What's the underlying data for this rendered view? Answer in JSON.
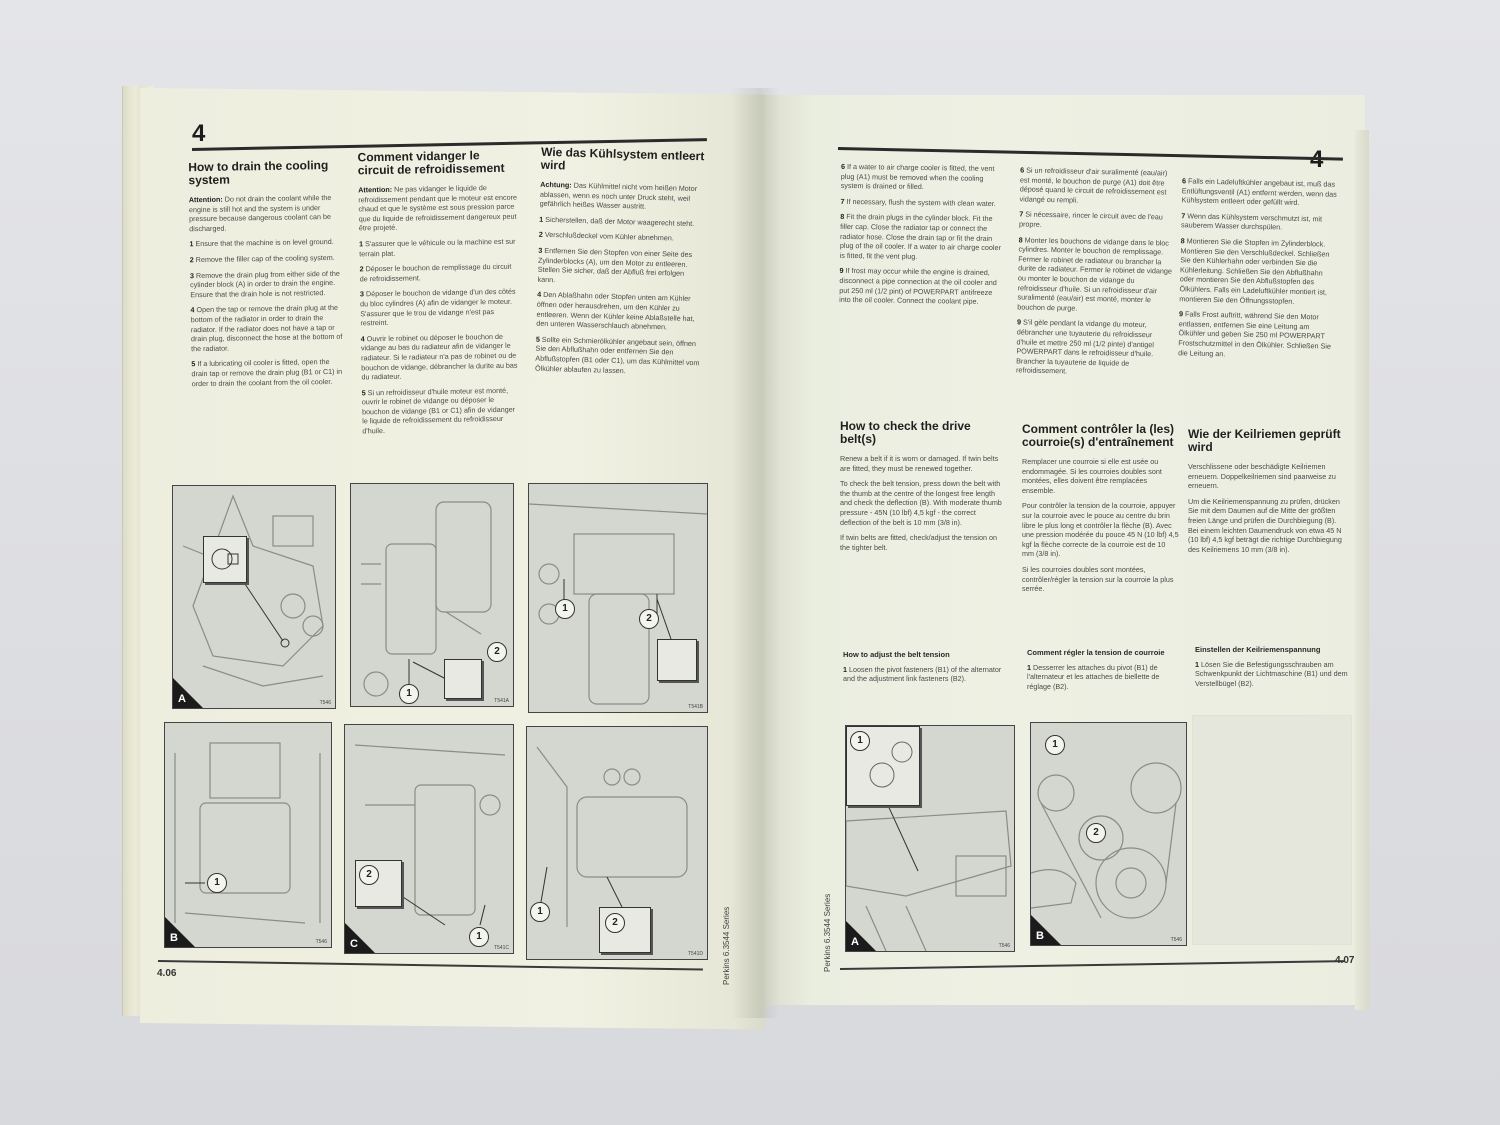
{
  "document": {
    "title": "Perkins 6.3544 Series service manual — open spread",
    "series_label": "Perkins 6.3544 Series",
    "chapter_number": "4"
  },
  "left_page": {
    "page_number": "4.06",
    "english": {
      "heading": "How to drain the cooling system",
      "attention_label": "Attention:",
      "attention_text": "Do not drain the coolant while the engine is still hot and the system is under pressure because dangerous coolant can be discharged.",
      "steps": [
        {
          "n": "1",
          "text": "Ensure that the machine is on level ground."
        },
        {
          "n": "2",
          "text": "Remove the filler cap of the cooling system."
        },
        {
          "n": "3",
          "text": "Remove the drain plug from either side of the cylinder block (A) in order to drain the engine. Ensure that the drain hole is not restricted."
        },
        {
          "n": "4",
          "text": "Open the tap or remove the drain plug at the bottom of the radiator in order to drain the radiator. If the radiator does not have a tap or drain plug, disconnect the hose at the bottom of the radiator."
        },
        {
          "n": "5",
          "text": "If a lubricating oil cooler is fitted, open the drain tap or remove the drain plug (B1 or C1) in order to drain the coolant from the oil cooler."
        }
      ]
    },
    "french": {
      "heading": "Comment vidanger le circuit de refroidissement",
      "attention_label": "Attention:",
      "attention_text": "Ne pas vidanger le liquide de refroidissement pendant que le moteur est encore chaud et que le système est sous pression parce que du liquide de refroidissement dangereux peut être projeté.",
      "steps": [
        {
          "n": "1",
          "text": "S'assurer que le véhicule ou la machine est sur terrain plat."
        },
        {
          "n": "2",
          "text": "Déposer le bouchon de remplissage du circuit de refroidissement."
        },
        {
          "n": "3",
          "text": "Déposer le bouchon de vidange d'un des côtés du bloc cylindres (A) afin de vidanger le moteur. S'assurer que le trou de vidange n'est pas restreint."
        },
        {
          "n": "4",
          "text": "Ouvrir le robinet ou déposer le bouchon de vidange au bas du radiateur afin de vidanger le radiateur. Si le radiateur n'a pas de robinet ou de bouchon de vidange, débrancher la durite au bas du radiateur."
        },
        {
          "n": "5",
          "text": "Si un refroidisseur d'huile moteur est monté, ouvrir le robinet de vidange ou déposer le bouchon de vidange (B1 or C1) afin de vidanger le liquide de refroidissement du refroidisseur d'huile."
        }
      ]
    },
    "german": {
      "heading": "Wie das Kühlsystem entleert wird",
      "attention_label": "Achtung:",
      "attention_text": "Das Kühlmittel nicht vom heißen Motor ablassen, wenn es noch unter Druck steht, weil gefährlich heißes Wasser austritt.",
      "steps": [
        {
          "n": "1",
          "text": "Sicherstellen, daß der Motor waagerecht steht."
        },
        {
          "n": "2",
          "text": "Verschlußdeckel vom Kühler abnehmen."
        },
        {
          "n": "3",
          "text": "Entfernen Sie den Stopfen von einer Seite des Zylinderblocks (A), um den Motor zu entleeren. Stellen Sie sicher, daß der Abfluß frei erfolgen kann."
        },
        {
          "n": "4",
          "text": "Den Ablaßhahn oder Stopfen unten am Kühler öffnen oder herausdrehen, um den Kühler zu entleeren. Wenn der Kühler keine Ablaßstelle hat, den unteren Wasserschlauch abnehmen."
        },
        {
          "n": "5",
          "text": "Sollte ein Schmierölkühler angebaut sein, öffnen Sie den Abflußhahn oder entfernen Sie den Abflußstopfen (B1 oder C1), um das Kühlmittel vom Ölkühler ablaufen zu lassen."
        }
      ]
    },
    "figures": [
      {
        "id": "A",
        "code": "T546",
        "callouts": []
      },
      {
        "id": "C-upper-left",
        "code": "T541A",
        "callouts": [
          "1",
          "2"
        ]
      },
      {
        "id": "C-upper-right",
        "code": "T541B",
        "callouts": [
          "1",
          "2"
        ]
      },
      {
        "id": "B",
        "code": "T546",
        "callouts": [
          "1"
        ]
      },
      {
        "id": "C",
        "code": "T541C",
        "callouts": [
          "1",
          "2"
        ]
      },
      {
        "id": "C-lower-right",
        "code": "T541D",
        "callouts": [
          "1",
          "2"
        ]
      }
    ],
    "figure_labels": {
      "a": "A",
      "b": "B",
      "c": "C",
      "one": "1",
      "two": "2"
    }
  },
  "right_page": {
    "page_number": "4.07",
    "english": {
      "steps": [
        {
          "n": "6",
          "text": "If a water to air charge cooler is fitted, the vent plug (A1) must be removed when the cooling system is drained or filled."
        },
        {
          "n": "7",
          "text": "If necessary, flush the system with clean water."
        },
        {
          "n": "8",
          "text": "Fit the drain plugs in the cylinder block. Fit the filler cap. Close the radiator tap or connect the radiator hose. Close the drain tap or fit the drain plug of the oil cooler. If a water to air charge cooler is fitted, fit the vent plug."
        },
        {
          "n": "9",
          "text": "If frost may occur while the engine is drained, disconnect a pipe connection at the oil cooler and put 250 ml (1/2 pint) of POWERPART antifreeze into the oil cooler. Connect the coolant pipe."
        }
      ],
      "belt_heading": "How to check the drive belt(s)",
      "belt_paragraphs": [
        "Renew a belt if it is worn or damaged. If twin belts are fitted, they must be renewed together.",
        "To check the belt tension, press down the belt with the thumb at the centre of the longest free length and check the deflection (B). With moderate thumb pressure - 45N (10 lbf) 4,5 kgf - the correct deflection of the belt is 10 mm (3/8 in).",
        "If twin belts are fitted, check/adjust the tension on the tighter belt."
      ],
      "adjust_heading": "How to adjust the belt tension",
      "adjust_steps": [
        {
          "n": "1",
          "text": "Loosen the pivot fasteners (B1) of the alternator and the adjustment link fasteners (B2)."
        }
      ]
    },
    "french": {
      "steps": [
        {
          "n": "6",
          "text": "Si un refroidisseur d'air suralimenté (eau/air) est monté, le bouchon de purge (A1) doit être déposé quand le circuit de refroidissement est vidangé ou rempli."
        },
        {
          "n": "7",
          "text": "Si nécessaire, rincer le circuit avec de l'eau propre."
        },
        {
          "n": "8",
          "text": "Monter les bouchons de vidange dans le bloc cylindres. Monter le bouchon de remplissage. Fermer le robinet de radiateur ou brancher la durite de radiateur. Fermer le robinet de vidange ou monter le bouchon de vidange du refroidisseur d'huile. Si un refroidisseur d'air suralimenté (eau/air) est monté, monter le bouchon de purge."
        },
        {
          "n": "9",
          "text": "S'il gèle pendant la vidange du moteur, débrancher une tuyauterie du refroidisseur d'huile et mettre 250 ml (1/2 pinte) d'antigel POWERPART dans le refroidisseur d'huile. Brancher la tuyauterie de liquide de refroidissement."
        }
      ],
      "belt_heading": "Comment contrôler la (les) courroie(s) d'entraînement",
      "belt_paragraphs": [
        "Remplacer une courroie si elle est usée ou endommagée. Si les courroies doubles sont montées, elles doivent être remplacées ensemble.",
        "Pour contrôler la tension de la courroie, appuyer sur la courroie avec le pouce au centre du brin libre le plus long et contrôler la flèche (B). Avec une pression modérée du pouce 45 N (10 lbf) 4,5 kgf la flèche correcte de la courroie est de 10 mm (3/8 in).",
        "Si les courroies doubles sont montées, contrôler/régler la tension sur la courroie la plus serrée."
      ],
      "adjust_heading": "Comment régler la tension de courroie",
      "adjust_steps": [
        {
          "n": "1",
          "text": "Desserrer les attaches du pivot (B1) de l'alternateur et les attaches de biellette de réglage (B2)."
        }
      ]
    },
    "german": {
      "steps": [
        {
          "n": "6",
          "text": "Falls ein Ladeluftkühler angebaut ist, muß das Entlüftungsventil (A1) entfernt werden, wenn das Kühlsystem entleert oder gefüllt wird."
        },
        {
          "n": "7",
          "text": "Wenn das Kühlsystem verschmutzt ist, mit sauberem Wasser durchspülen."
        },
        {
          "n": "8",
          "text": "Montieren Sie die Stopfen im Zylinderblock. Montieren Sie den Verschlußdeckel. Schließen Sie den Kühlerhahn oder verbinden Sie die Kühlerleitung. Schließen Sie den Abflußhahn oder montieren Sie den Abflußstopfen des Ölkühlers. Falls ein Ladeluftkühler montiert ist, montieren Sie den Öffnungsstopfen."
        },
        {
          "n": "9",
          "text": "Falls Frost auftritt, während Sie den Motor entlassen, entfernen Sie eine Leitung am Ölkühler und geben Sie 250 ml POWERPART Frostschutzmittel in den Ölkühler. Schließen Sie die Leitung an."
        }
      ],
      "belt_heading": "Wie der Keilriemen geprüft wird",
      "belt_paragraphs": [
        "Verschlissene oder beschädigte Keilriemen erneuern. Doppelkeilriemen sind paarweise zu erneuern.",
        "Um die Keilriemenspannung zu prüfen, drücken Sie mit dem Daumen auf die Mitte der größten freien Länge und prüfen die Durchbiegung (B). Bei einem leichten Daumendruck von etwa 45 N (10 lbf) 4,5 kgf beträgt die richtige Durchbiegung des Keilriemens 10 mm (3/8 in)."
      ],
      "adjust_heading": "Einstellen der Keilriemenspannung",
      "adjust_steps": [
        {
          "n": "1",
          "text": "Lösen Sie die Befestigungsschrauben am Schwenkpunkt der Lichtmaschine (B1) und dem Verstellbügel (B2)."
        }
      ]
    },
    "figures": [
      {
        "id": "A",
        "code": "T546",
        "callouts": [
          "1"
        ]
      },
      {
        "id": "B",
        "code": "T546",
        "callouts": [
          "1",
          "2"
        ]
      }
    ]
  }
}
